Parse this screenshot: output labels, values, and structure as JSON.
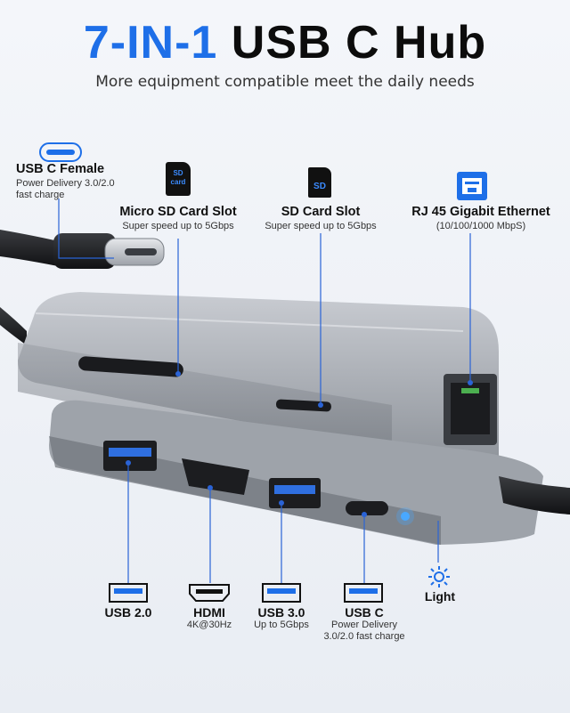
{
  "header": {
    "title_accent": "7-IN-1",
    "title_main": "USB C Hub",
    "subtitle": "More equipment compatible meet the daily needs"
  },
  "features_top": [
    {
      "name": "USB C Female",
      "desc_line1": "Power Delivery 3.0/2.0",
      "desc_line2": "fast charge",
      "icon": "usb-c-port-icon"
    },
    {
      "name": "Micro SD Card Slot",
      "desc": "Super speed up to 5Gbps",
      "icon": "micro-sd-card-icon",
      "icon_text": "SD card"
    },
    {
      "name": "SD Card Slot",
      "desc": "Super speed up to 5Gbps",
      "icon": "sd-card-icon",
      "icon_text": "SD"
    },
    {
      "name": "RJ 45 Gigabit Ethernet",
      "desc": "(10/100/1000 MbpS)",
      "icon": "ethernet-port-icon"
    }
  ],
  "features_bottom": [
    {
      "name": "USB 2.0",
      "icon": "usb-a-port-icon"
    },
    {
      "name": "HDMI",
      "desc": "4K@30Hz",
      "icon": "hdmi-port-icon"
    },
    {
      "name": "USB 3.0",
      "desc": "Up to 5Gbps",
      "icon": "usb-a-port-icon"
    },
    {
      "name": "USB C",
      "desc_line1": "Power Delivery",
      "desc_line2": "3.0/2.0 fast charge",
      "icon": "usb-c-port-icon"
    },
    {
      "name": "Light",
      "icon": "light-icon"
    }
  ],
  "colors": {
    "accent": "#1e6fe8",
    "hub_body": "#a9adb4",
    "hub_dark": "#5e636b",
    "led": "#4aa8ff",
    "usb3_blue": "#2f6fe0"
  }
}
